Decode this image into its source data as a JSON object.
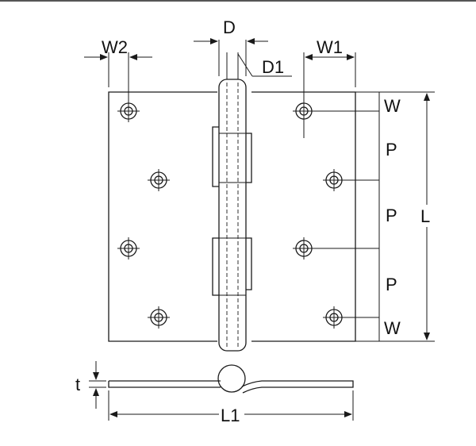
{
  "labels": {
    "d": "D",
    "d1": "D1",
    "w1": "W1",
    "w2": "W2",
    "w_top": "W",
    "p1": "P",
    "p2": "P",
    "p3": "P",
    "w_bottom": "W",
    "l": "L",
    "l1": "L1",
    "t": "t"
  },
  "colors": {
    "line": "#1a1a1a",
    "background": "#ffffff"
  }
}
